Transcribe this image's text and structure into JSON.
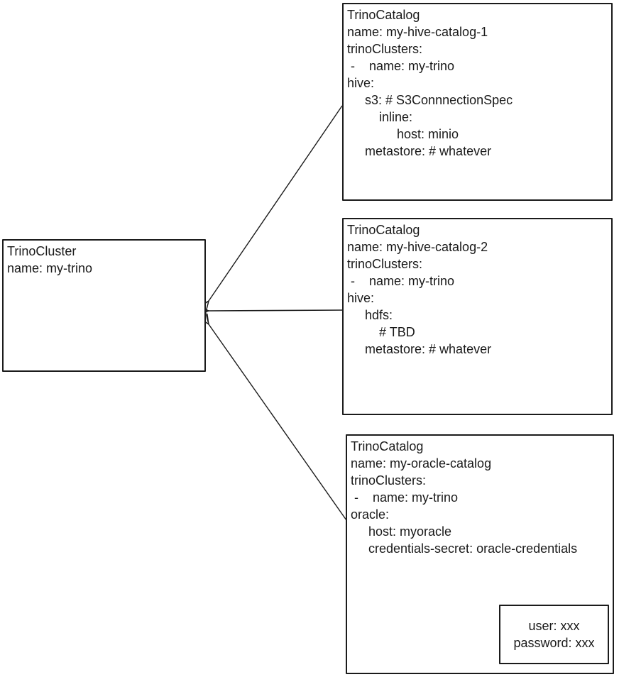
{
  "diagram": {
    "colors": {
      "stroke": "#1b1b1b",
      "canvas": "#ffffff"
    },
    "cluster": {
      "lines": [
        "TrinoCluster",
        "name: my-trino"
      ]
    },
    "catalog1": {
      "lines": [
        "TrinoCatalog",
        "name: my-hive-catalog-1",
        "trinoClusters:",
        " -    name: my-trino",
        "hive:",
        "     s3: # S3ConnnectionSpec",
        "         inline:",
        "              host: minio",
        "     metastore: # whatever"
      ]
    },
    "catalog2": {
      "lines": [
        "TrinoCatalog",
        "name: my-hive-catalog-2",
        "trinoClusters:",
        " -    name: my-trino",
        "hive:",
        "     hdfs:",
        "         # TBD",
        "     metastore: # whatever"
      ]
    },
    "catalog3": {
      "lines": [
        "TrinoCatalog",
        "name: my-oracle-catalog",
        "trinoClusters:",
        " -    name: my-trino",
        "oracle:",
        "     host: myoracle",
        "     credentials-secret: oracle-credentials"
      ]
    },
    "secret": {
      "lines": [
        "user: xxx",
        "password: xxx"
      ]
    }
  }
}
